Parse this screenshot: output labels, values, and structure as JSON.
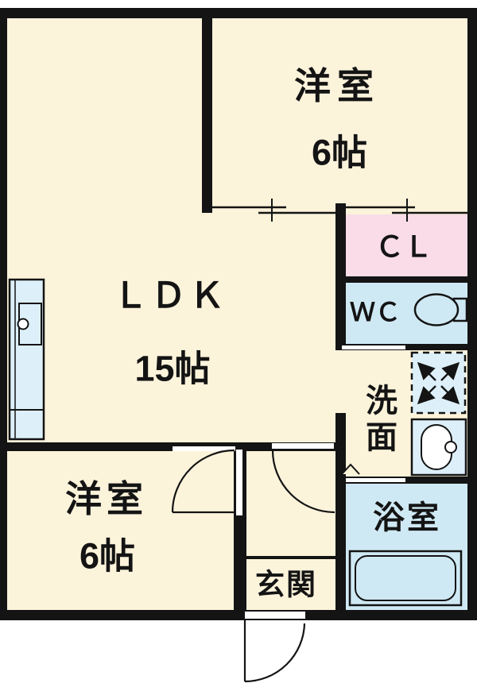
{
  "colors": {
    "bg": "#ffffff",
    "floor": "#fcf3db",
    "closet": "#f9dce7",
    "wet": "#cfe9f4",
    "fixture": "#ddf0f9",
    "wall": "#141414"
  },
  "rooms": {
    "bedroom_top": {
      "name": "洋室",
      "size": "6帖"
    },
    "ldk": {
      "name": "ＬＤＫ",
      "size": "15帖"
    },
    "bedroom_bottom": {
      "name": "洋室",
      "size": "6帖"
    },
    "closet": {
      "name": "ＣＬ"
    },
    "toilet": {
      "name": "ＷＣ"
    },
    "washroom": {
      "name": "洗面"
    },
    "bathroom": {
      "name": "浴室"
    },
    "entrance": {
      "name": "玄関"
    }
  },
  "fixtures": [
    "kitchen-counter-icon",
    "toilet-icon",
    "washing-machine-pan-icon",
    "washbasin-icon",
    "bathtub-icon"
  ]
}
